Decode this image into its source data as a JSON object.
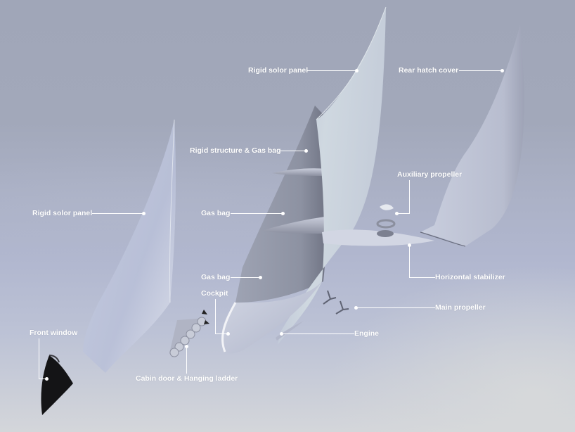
{
  "diagram": {
    "type": "exploded-view",
    "subject": "solar airship components",
    "background_colors": {
      "top": "#a0a6b8",
      "middle": "#b1b7cf",
      "bottom_right": "#d8d8d8"
    },
    "label_color": "#ffffff",
    "labels": [
      {
        "id": "rigid-solar-panel-top",
        "text": "Rigid solor panel"
      },
      {
        "id": "rear-hatch-cover",
        "text": "Rear hatch cover"
      },
      {
        "id": "rigid-structure-gas-bag",
        "text": "Rigid structure & Gas bag"
      },
      {
        "id": "rigid-solar-panel-left",
        "text": "Rigid solor panel"
      },
      {
        "id": "gas-bag-upper",
        "text": "Gas bag"
      },
      {
        "id": "auxiliary-propeller",
        "text": "Auxiliary propeller"
      },
      {
        "id": "horizontal-stabilizer",
        "text": "Horizontal stabilizer"
      },
      {
        "id": "gas-bag-lower",
        "text": "Gas bag"
      },
      {
        "id": "cockpit",
        "text": "Cockpit"
      },
      {
        "id": "main-propeller",
        "text": "Main propeller"
      },
      {
        "id": "engine",
        "text": "Engine"
      },
      {
        "id": "front-window",
        "text": "Front window"
      },
      {
        "id": "cabin-door-ladder",
        "text": "Cabin door & Hanging ladder"
      }
    ]
  }
}
